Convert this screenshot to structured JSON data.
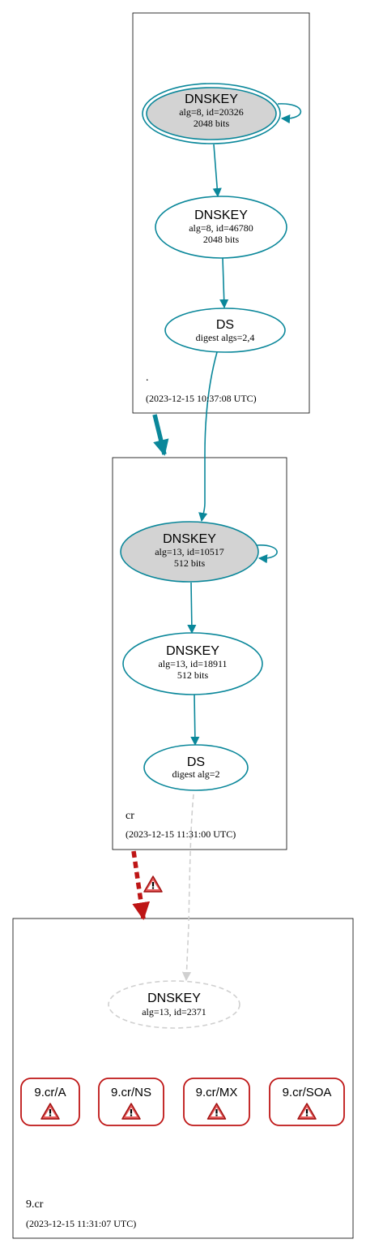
{
  "colors": {
    "valid": "#0a879a",
    "error": "#be1515",
    "insecure": "#d0d0d0",
    "sep_fill": "#d3d3d3",
    "warning_fill": "#e55a5a"
  },
  "zones": {
    "root": {
      "name": ".",
      "timestamp": "(2023-12-15 10:37:08 UTC)"
    },
    "cr": {
      "name": "cr",
      "timestamp": "(2023-12-15 11:31:00 UTC)"
    },
    "ninecr": {
      "name": "9.cr",
      "timestamp": "(2023-12-15 11:31:07 UTC)"
    }
  },
  "nodes": {
    "root_ksk": {
      "title": "DNSKEY",
      "line1": "alg=8, id=20326",
      "line2": "2048 bits"
    },
    "root_zsk": {
      "title": "DNSKEY",
      "line1": "alg=8, id=46780",
      "line2": "2048 bits"
    },
    "root_ds": {
      "title": "DS",
      "line1": "digest algs=2,4"
    },
    "cr_ksk": {
      "title": "DNSKEY",
      "line1": "alg=13, id=10517",
      "line2": "512 bits"
    },
    "cr_zsk": {
      "title": "DNSKEY",
      "line1": "alg=13, id=18911",
      "line2": "512 bits"
    },
    "cr_ds": {
      "title": "DS",
      "line1": "digest alg=2"
    },
    "ninecr_key": {
      "title": "DNSKEY",
      "line1": "alg=13, id=2371"
    }
  },
  "rrsets": [
    {
      "label": "9.cr/A"
    },
    {
      "label": "9.cr/NS"
    },
    {
      "label": "9.cr/MX"
    },
    {
      "label": "9.cr/SOA"
    }
  ]
}
